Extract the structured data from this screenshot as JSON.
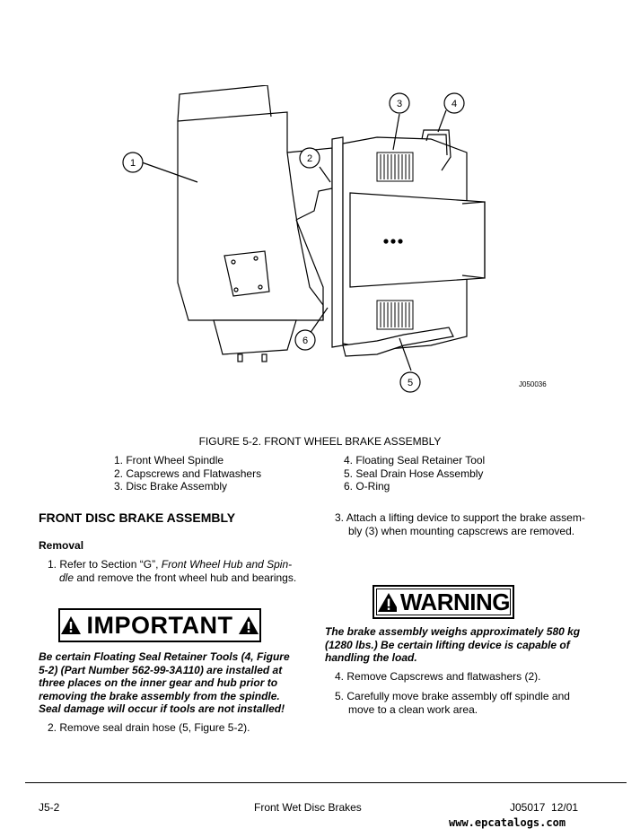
{
  "figure": {
    "id": "J050036",
    "caption": "FIGURE 5-2. FRONT WHEEL BRAKE ASSEMBLY",
    "callouts": [
      "1",
      "2",
      "3",
      "4",
      "5",
      "6"
    ],
    "legend_left": [
      "1. Front Wheel Spindle",
      "2. Capscrews and Flatwashers",
      "3. Disc Brake Assembly"
    ],
    "legend_right": [
      "4. Floating Seal Retainer Tool",
      "5. Seal Drain Hose Assembly",
      "6. O-Ring"
    ]
  },
  "section": {
    "title": "FRONT DISC BRAKE ASSEMBLY",
    "subtitle": "Removal"
  },
  "step1": {
    "num": "1.",
    "pre": "Refer to Section “G”, ",
    "italic": "Front Wheel Hub and Spin-",
    "italic2": "dle",
    "post": " and remove the front wheel hub and bearings."
  },
  "important": {
    "label": "IMPORTANT",
    "lines": [
      "Be certain Floating Seal Retainer Tools (4, Figure",
      "5-2) (Part Number 562-99-3A110) are installed at",
      "three places on the inner gear and hub prior to",
      "removing the brake assembly from the spindle.",
      "Seal damage will occur if tools are not installed!"
    ]
  },
  "step2": {
    "num": "2.",
    "text": "Remove seal drain hose (5, Figure 5-2)."
  },
  "step3": {
    "num": "3.",
    "line1": "Attach a lifting device to support the brake assem-",
    "line2": "bly (3) when mounting capscrews are removed."
  },
  "warning": {
    "label": "WARNING",
    "lines": [
      "The brake assembly weighs approximately 580 kg",
      "(1280 lbs.) Be certain lifting device is capable of",
      "handling the load."
    ]
  },
  "step4": {
    "num": "4.",
    "text": "Remove Capscrews and flatwashers (2)."
  },
  "step5": {
    "num": "5.",
    "line1": "Carefully move brake assembly off spindle and",
    "line2": "move to a clean work area."
  },
  "footer": {
    "left": "J5-2",
    "center": "Front Wet Disc Brakes",
    "right": "J05017  12/01",
    "watermark": "www.epcatalogs.com"
  }
}
